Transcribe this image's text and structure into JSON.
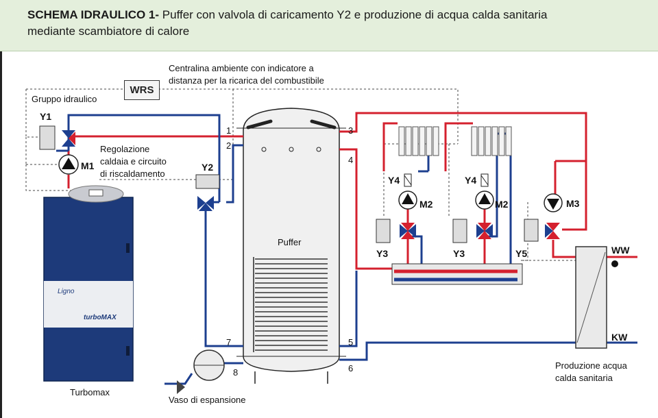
{
  "header": {
    "title_bold": "SCHEMA IDRAULICO 1-",
    "title_rest": " Puffer con valvola di caricamento Y2 e produzione di acqua calda sanitaria",
    "title_line2": "mediante scambiatore di calore"
  },
  "labels": {
    "centralina_line1": "Centralina ambiente con indicatore a",
    "centralina_line2": "distanza per la ricarica del combustibile",
    "wrs": "WRS",
    "gruppo": "Gruppo idraulico",
    "regolazione_line1": "Regolazione",
    "regolazione_line2": "caldaia e circuito",
    "regolazione_line3": "di riscaldamento",
    "puffer": "Puffer",
    "turbomax": "Turbomax",
    "vaso": "Vaso di espansione",
    "produzione_line1": "Produzione acqua",
    "produzione_line2": "calda sanitaria",
    "ww": "WW",
    "kw": "KW",
    "boiler_brand": "turboMAX",
    "boiler_logo": "Ligno"
  },
  "components": {
    "y1": "Y1",
    "m1": "M1",
    "y2": "Y2",
    "y4a": "Y4",
    "y4b": "Y4",
    "m2a": "M2",
    "m2b": "M2",
    "y3a": "Y3",
    "y3b": "Y3",
    "m3": "M3",
    "y5": "Y5"
  },
  "ports": {
    "p1": "1",
    "p2": "2",
    "p3": "3",
    "p4": "4",
    "p5": "5",
    "p6": "6",
    "p7": "7",
    "p8": "8"
  },
  "colors": {
    "hot": "#d4202e",
    "cold": "#1d3f8f",
    "boiler": "#1d3a7a",
    "header_bg": "#e4efdc"
  }
}
